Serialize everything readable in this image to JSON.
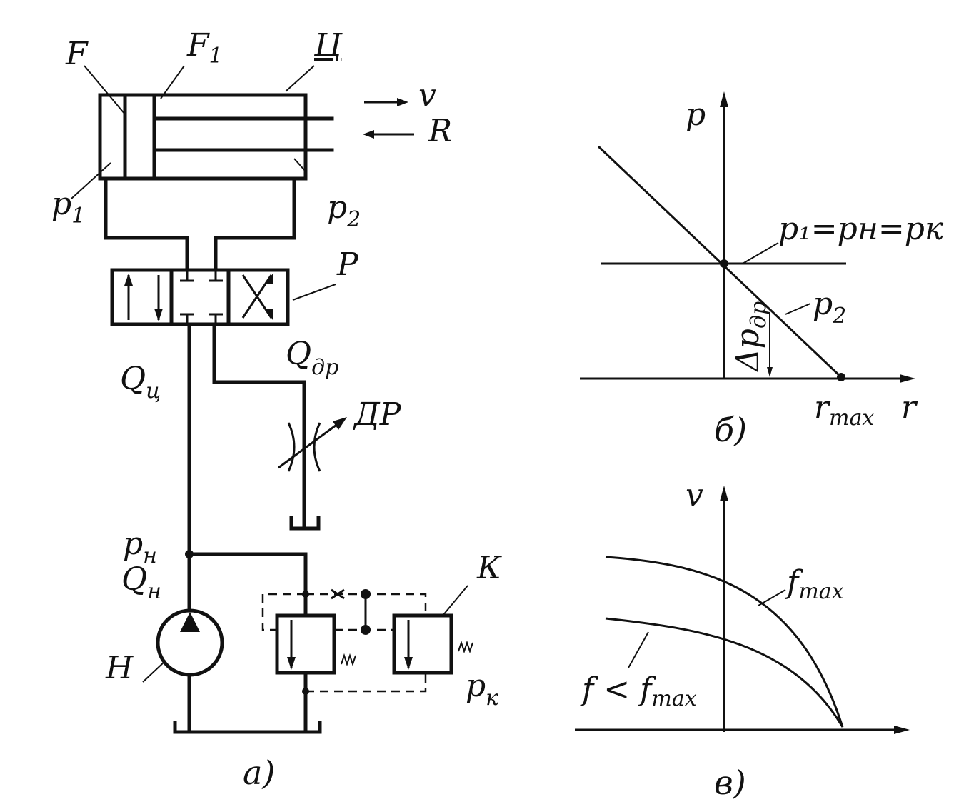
{
  "scheme": {
    "labels": {
      "F": "F",
      "F1_base": "F",
      "F1_sub": "1",
      "cylinder": "Ц",
      "v": "v",
      "R": "R",
      "p1_base": "p",
      "p1_sub": "1",
      "p2_base": "p",
      "p2_sub": "2",
      "valve": "P",
      "Qc_base": "Q",
      "Qc_sub": "ц",
      "Qdr_base": "Q",
      "Qdr_sub": "др",
      "throttle": "ДР",
      "pn_base": "p",
      "pn_sub": "н",
      "Qn_base": "Q",
      "Qn_sub": "н",
      "pump": "Н",
      "relief": "К",
      "pk_base": "p",
      "pk_sub": "к"
    },
    "caption": "а)"
  },
  "graph_p": {
    "y_axis": "p",
    "x_axis": "r",
    "equation": "p₁=pн=pк",
    "p2_base": "p",
    "p2_sub": "2",
    "delta": "Δp",
    "delta_sub": "др",
    "rmax_base": "r",
    "rmax_sub": "max",
    "caption": "б)"
  },
  "graph_v": {
    "y_axis": "v",
    "curve1_base": "f",
    "curve1_sub": "max",
    "curve2_prefix": "f < f",
    "curve2_sub": "max",
    "caption": "в)"
  }
}
